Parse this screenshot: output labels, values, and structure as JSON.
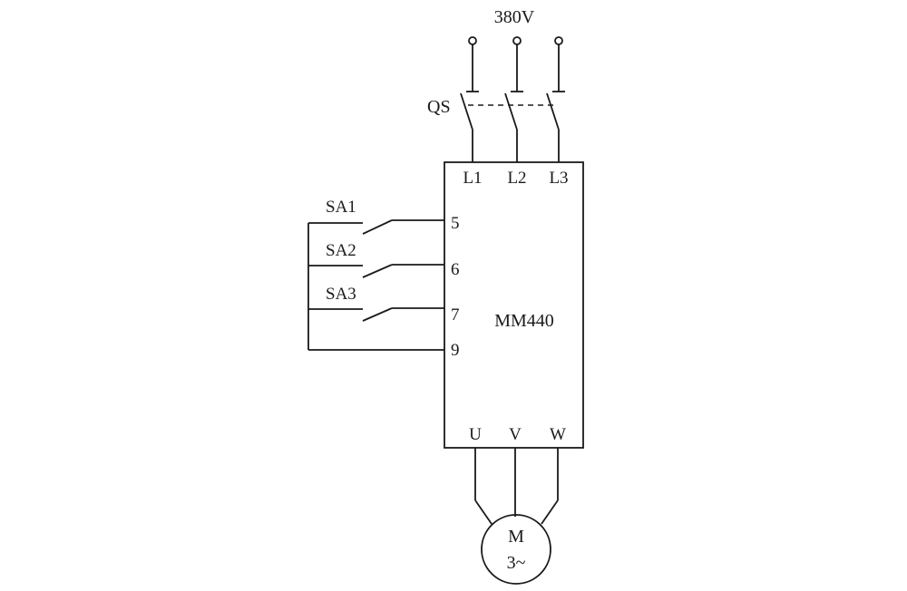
{
  "supply": {
    "voltage": "380V"
  },
  "breaker": {
    "label": "QS"
  },
  "inverter": {
    "model": "MM440",
    "input_terminals": [
      "L1",
      "L2",
      "L3"
    ],
    "output_terminals": [
      "U",
      "V",
      "W"
    ],
    "control_terminals": [
      "5",
      "6",
      "7",
      "9"
    ]
  },
  "switches": [
    "SA1",
    "SA2",
    "SA3"
  ],
  "motor": {
    "label": "M",
    "phase": "3~"
  }
}
